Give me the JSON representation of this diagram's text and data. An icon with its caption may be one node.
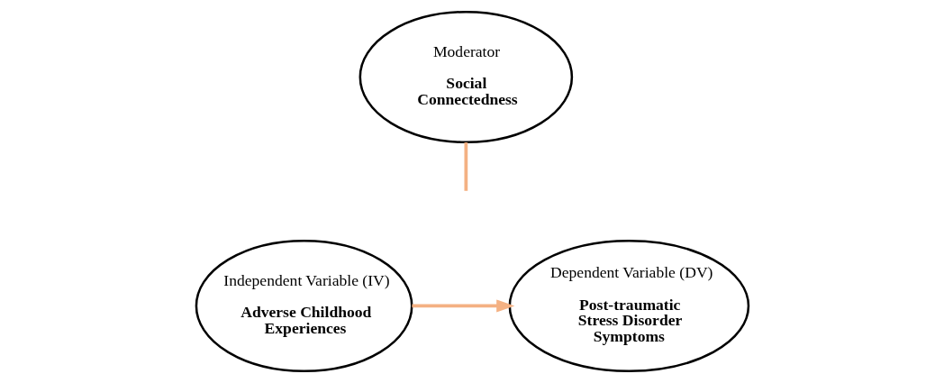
{
  "diagram": {
    "nodes": [
      {
        "text": [
          "Moderator",
          "Social Connectedness"
        ]
      },
      {
        "text": [
          "Independent Variable (IV)",
          "Adverse Childhood Experiences"
        ]
      },
      {
        "text": [
          "Dependent Variable (DV)",
          "Post-traumatic Stress Disorder Symptoms"
        ]
      }
    ],
    "edges": [
      {
        "from": 1,
        "to": 2,
        "arrow": "to"
      },
      {
        "from": 0,
        "to": null,
        "arrow": "none"
      }
    ]
  }
}
